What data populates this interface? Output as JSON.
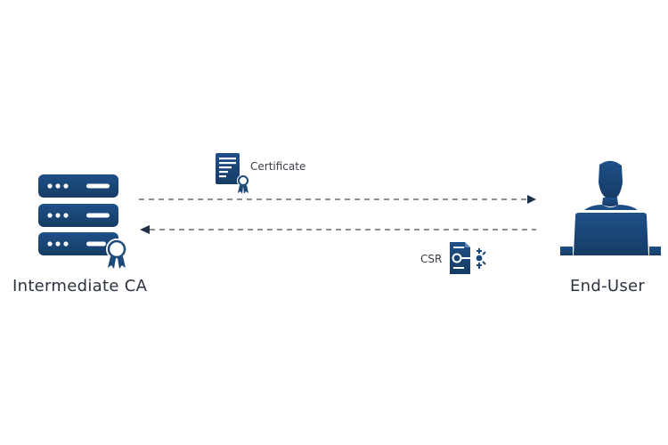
{
  "diagram": {
    "nodes": {
      "ca": {
        "label": "Intermediate CA",
        "icon": "server-certificate-icon"
      },
      "user": {
        "label": "End-User",
        "icon": "user-laptop-icon"
      }
    },
    "edges": [
      {
        "from": "ca",
        "to": "user",
        "label": "Certificate",
        "icon": "certificate-document-icon",
        "style": "dashed"
      },
      {
        "from": "user",
        "to": "ca",
        "label": "CSR",
        "icon": "csr-key-document-icon",
        "style": "dashed"
      }
    ],
    "colors": {
      "icon": "#1c4a7a",
      "icon_dark": "#153a63",
      "arrow": "#1f2f4a",
      "dash": "#8a8f96",
      "text": "#2b3340"
    }
  }
}
